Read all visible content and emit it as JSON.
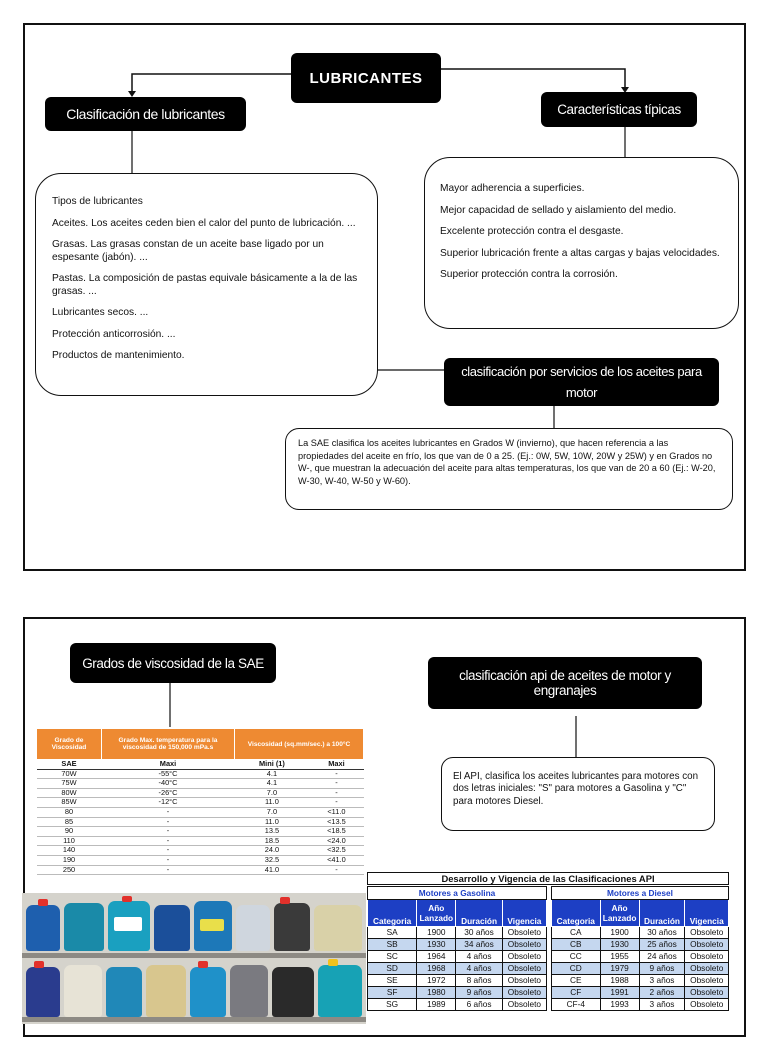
{
  "top": {
    "title": "LUBRICANTES",
    "left_heading": "Clasificación de lubricantes",
    "right_heading": "Características típicas",
    "left_items": [
      "Tipos de lubricantes",
      "Aceites. Los aceites ceden bien el calor del punto de lubricación. ...",
      "Grasas. Las grasas constan de un aceite base ligado por un espesante (jabón). ...",
      "Pastas. La composición de pastas equivale básicamente a la de las grasas. ...",
      "Lubricantes secos. ...",
      "Protección anticorrosión. ...",
      "Productos de mantenimiento."
    ],
    "right_items": [
      "Mayor adherencia a superficies.",
      "Mejor capacidad de sellado y aislamiento del medio.",
      "Excelente protección contra el desgaste.",
      "Superior lubricación frente a altas cargas y bajas velocidades.",
      "Superior protección contra la corrosión."
    ],
    "service_heading": "clasificación por servicios de los aceites para motor",
    "service_text": "La SAE clasifica los aceites lubricantes en Grados W (invierno), que hacen referencia a las propiedades del aceite en frío, los que van de 0 a 25. (Ej.: 0W, 5W, 10W, 20W y 25W) y en Grados no W-, que muestran la adecuación del aceite para altas temperaturas, los que van de 20 a 60 (Ej.: W-20, W-30, W-40, W-50 y W-60)."
  },
  "bottom": {
    "left_heading": "Grados de viscosidad de la SAE",
    "right_heading": "clasificación api de aceites de motor y engranajes",
    "api_text": "El API, clasifica los aceites lubricantes para motores con dos letras iniciales: \"S\" para motores a Gasolina y \"C\" para motores Diesel.",
    "sae_table": {
      "headers": [
        "Grado de Viscosidad",
        "Grado Max. temperatura para la viscosidad de 150,000 mPa.s",
        "Viscosidad (sq.mm/sec.) a 100°C"
      ],
      "subheaders": [
        "SAE",
        "Maxi",
        "Mini (1)",
        "Maxi"
      ],
      "rows": [
        [
          "70W",
          "-55°C",
          "4.1",
          "-"
        ],
        [
          "75W",
          "-40°C",
          "4.1",
          "-"
        ],
        [
          "80W",
          "-26°C",
          "7.0",
          "-"
        ],
        [
          "85W",
          "-12°C",
          "11.0",
          "-"
        ],
        [
          "80",
          "-",
          "7.0",
          "<11.0"
        ],
        [
          "85",
          "-",
          "11.0",
          "<13.5"
        ],
        [
          "90",
          "-",
          "13.5",
          "<18.5"
        ],
        [
          "110",
          "-",
          "18.5",
          "<24.0"
        ],
        [
          "140",
          "-",
          "24.0",
          "<32.5"
        ],
        [
          "190",
          "-",
          "32.5",
          "<41.0"
        ],
        [
          "250",
          "-",
          "41.0",
          "-"
        ]
      ]
    },
    "api_table": {
      "title": "Desarrollo y Vigencia de las Clasificaciones API",
      "gas_label": "Motores a Gasolina",
      "diesel_label": "Motores a Diesel",
      "columns": [
        "Categoria",
        "Año Lanzado",
        "Duración",
        "Vigencia"
      ],
      "gas_rows": [
        [
          "SA",
          "1900",
          "30 años",
          "Obsoleto"
        ],
        [
          "SB",
          "1930",
          "34 años",
          "Obsoleto"
        ],
        [
          "SC",
          "1964",
          "4 años",
          "Obsoleto"
        ],
        [
          "SD",
          "1968",
          "4 años",
          "Obsoleto"
        ],
        [
          "SE",
          "1972",
          "8 años",
          "Obsoleto"
        ],
        [
          "SF",
          "1980",
          "9 años",
          "Obsoleto"
        ],
        [
          "SG",
          "1989",
          "6 años",
          "Obsoleto"
        ]
      ],
      "diesel_rows": [
        [
          "CA",
          "1900",
          "30 años",
          "Obsoleto"
        ],
        [
          "CB",
          "1930",
          "25 años",
          "Obsoleto"
        ],
        [
          "CC",
          "1955",
          "24 años",
          "Obsoleto"
        ],
        [
          "CD",
          "1979",
          "9 años",
          "Obsoleto"
        ],
        [
          "CE",
          "1988",
          "3 años",
          "Obsoleto"
        ],
        [
          "CF",
          "1991",
          "2 años",
          "Obsoleto"
        ],
        [
          "CF-4",
          "1993",
          "3 años",
          "Obsoleto"
        ]
      ]
    }
  },
  "colors": {
    "orange_header": "#ee8a32",
    "blue_header": "#1d3fc4",
    "row_shade": "#c5d7ef"
  }
}
